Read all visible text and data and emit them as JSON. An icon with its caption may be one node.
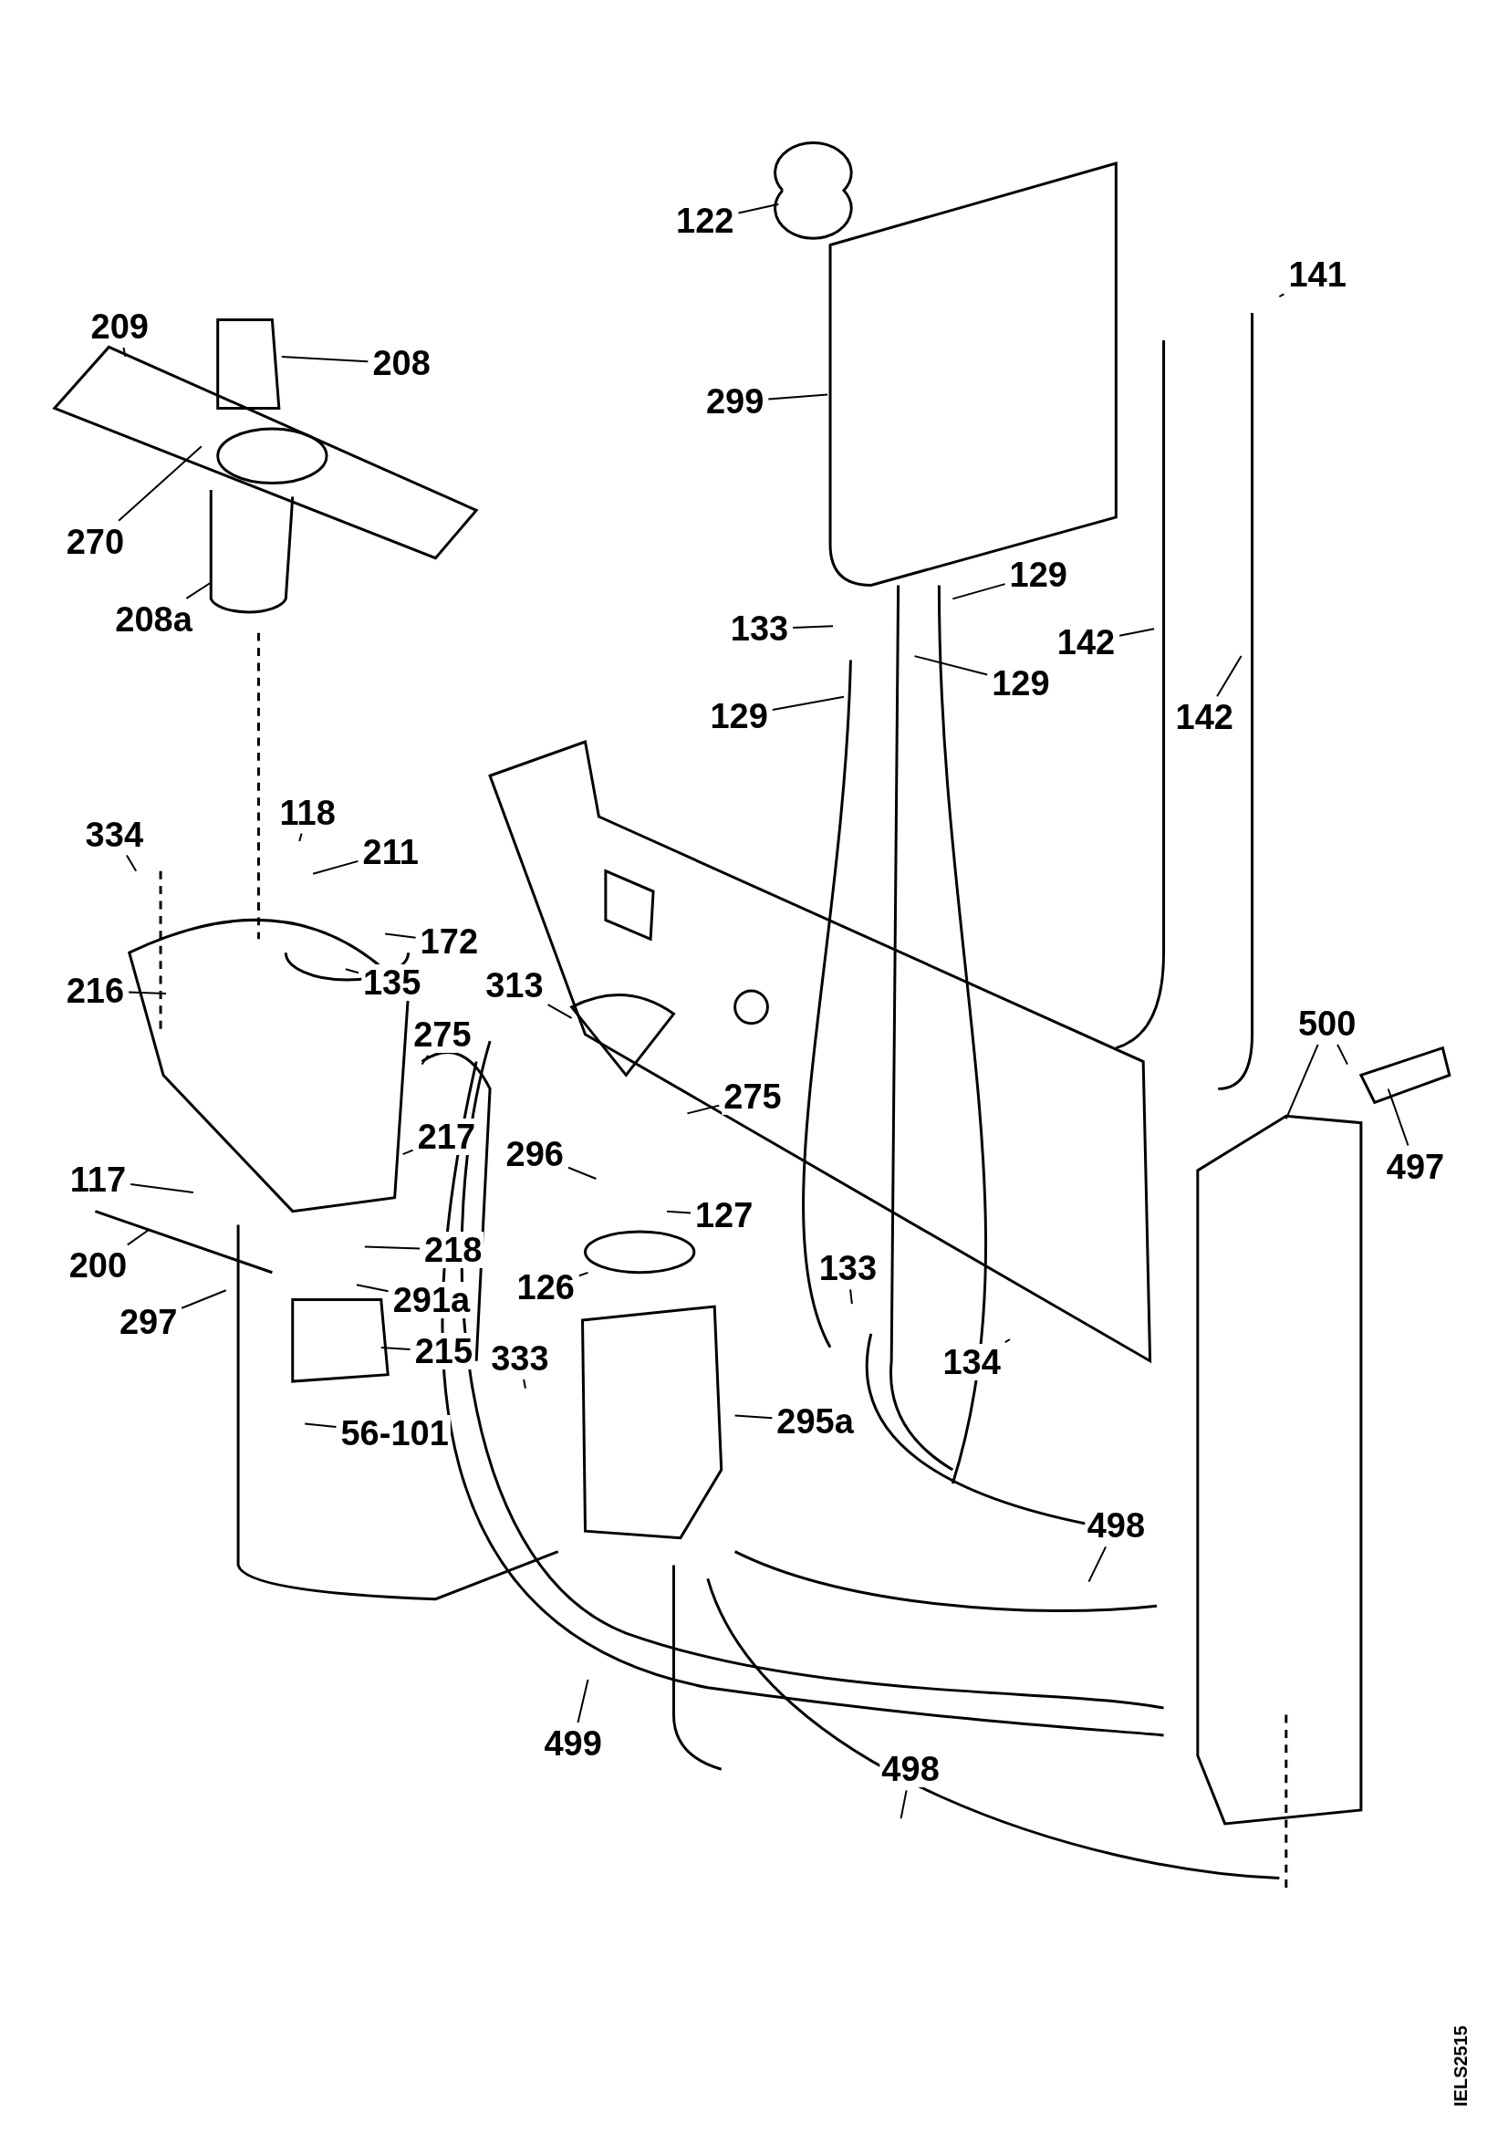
{
  "diagram": {
    "nodes": [
      {
        "text": [
          "122"
        ]
      },
      {
        "text": [
          "141"
        ]
      },
      {
        "text": [
          "209"
        ]
      },
      {
        "text": [
          "208"
        ]
      },
      {
        "text": [
          "299"
        ]
      },
      {
        "text": [
          "270"
        ]
      },
      {
        "text": [
          "129"
        ]
      },
      {
        "text": [
          "208a"
        ]
      },
      {
        "text": [
          "133"
        ]
      },
      {
        "text": [
          "142"
        ]
      },
      {
        "text": [
          "129"
        ]
      },
      {
        "text": [
          "129"
        ]
      },
      {
        "text": [
          "142"
        ]
      },
      {
        "text": [
          "118"
        ]
      },
      {
        "text": [
          "334"
        ]
      },
      {
        "text": [
          "211"
        ]
      },
      {
        "text": [
          "172"
        ]
      },
      {
        "text": [
          "135"
        ]
      },
      {
        "text": [
          "216"
        ]
      },
      {
        "text": [
          "313"
        ]
      },
      {
        "text": [
          "500"
        ]
      },
      {
        "text": [
          "275"
        ]
      },
      {
        "text": [
          "275"
        ]
      },
      {
        "text": [
          "217"
        ]
      },
      {
        "text": [
          "296"
        ]
      },
      {
        "text": [
          "497"
        ]
      },
      {
        "text": [
          "117"
        ]
      },
      {
        "text": [
          "127"
        ]
      },
      {
        "text": [
          "218"
        ]
      },
      {
        "text": [
          "200"
        ]
      },
      {
        "text": [
          "133"
        ]
      },
      {
        "text": [
          "126"
        ]
      },
      {
        "text": [
          "291a"
        ]
      },
      {
        "text": [
          "297"
        ]
      },
      {
        "text": [
          "215"
        ]
      },
      {
        "text": [
          "333"
        ]
      },
      {
        "text": [
          "134"
        ]
      },
      {
        "text": [
          "295a"
        ]
      },
      {
        "text": [
          "56-101"
        ]
      },
      {
        "text": [
          "498"
        ]
      },
      {
        "text": [
          "499"
        ]
      },
      {
        "text": [
          "498"
        ]
      }
    ],
    "edges": [
      {
        "from": 0,
        "to": null,
        "arrow": "none"
      },
      {
        "from": 1,
        "to": null,
        "arrow": "none"
      },
      {
        "from": 2,
        "to": null,
        "arrow": "none"
      },
      {
        "from": 3,
        "to": null,
        "arrow": "none"
      },
      {
        "from": 4,
        "to": null,
        "arrow": "none"
      },
      {
        "from": 5,
        "to": null,
        "arrow": "none"
      },
      {
        "from": 6,
        "to": null,
        "arrow": "none"
      },
      {
        "from": 7,
        "to": null,
        "arrow": "none"
      },
      {
        "from": 8,
        "to": null,
        "arrow": "none"
      },
      {
        "from": 9,
        "to": null,
        "arrow": "none"
      },
      {
        "from": 10,
        "to": null,
        "arrow": "none"
      },
      {
        "from": 11,
        "to": null,
        "arrow": "none"
      },
      {
        "from": 12,
        "to": null,
        "arrow": "none"
      },
      {
        "from": 13,
        "to": null,
        "arrow": "none"
      },
      {
        "from": 14,
        "to": null,
        "arrow": "none"
      },
      {
        "from": 15,
        "to": null,
        "arrow": "none"
      },
      {
        "from": 16,
        "to": null,
        "arrow": "none"
      },
      {
        "from": 17,
        "to": null,
        "arrow": "none"
      },
      {
        "from": 18,
        "to": null,
        "arrow": "none"
      },
      {
        "from": 19,
        "to": null,
        "arrow": "none"
      },
      {
        "from": 20,
        "to": null,
        "arrow": "none"
      },
      {
        "from": 20,
        "to": null,
        "arrow": "none"
      },
      {
        "from": 21,
        "to": null,
        "arrow": "none"
      },
      {
        "from": 22,
        "to": null,
        "arrow": "none"
      },
      {
        "from": 23,
        "to": null,
        "arrow": "none"
      },
      {
        "from": 24,
        "to": null,
        "arrow": "none"
      },
      {
        "from": 25,
        "to": null,
        "arrow": "none"
      },
      {
        "from": 26,
        "to": null,
        "arrow": "none"
      },
      {
        "from": 27,
        "to": null,
        "arrow": "none"
      },
      {
        "from": 28,
        "to": null,
        "arrow": "none"
      },
      {
        "from": 29,
        "to": null,
        "arrow": "none"
      },
      {
        "from": 30,
        "to": null,
        "arrow": "none"
      },
      {
        "from": 31,
        "to": null,
        "arrow": "none"
      },
      {
        "from": 32,
        "to": null,
        "arrow": "none"
      },
      {
        "from": 33,
        "to": null,
        "arrow": "none"
      },
      {
        "from": 34,
        "to": null,
        "arrow": "none"
      },
      {
        "from": 35,
        "to": null,
        "arrow": "none"
      },
      {
        "from": 36,
        "to": null,
        "arrow": "none"
      },
      {
        "from": 37,
        "to": null,
        "arrow": "none"
      },
      {
        "from": 38,
        "to": null,
        "arrow": "none"
      },
      {
        "from": 39,
        "to": null,
        "arrow": "none"
      },
      {
        "from": 40,
        "to": null,
        "arrow": "none"
      },
      {
        "from": 41,
        "to": null,
        "arrow": "none"
      }
    ],
    "labels": [
      "IELS2515"
    ]
  }
}
